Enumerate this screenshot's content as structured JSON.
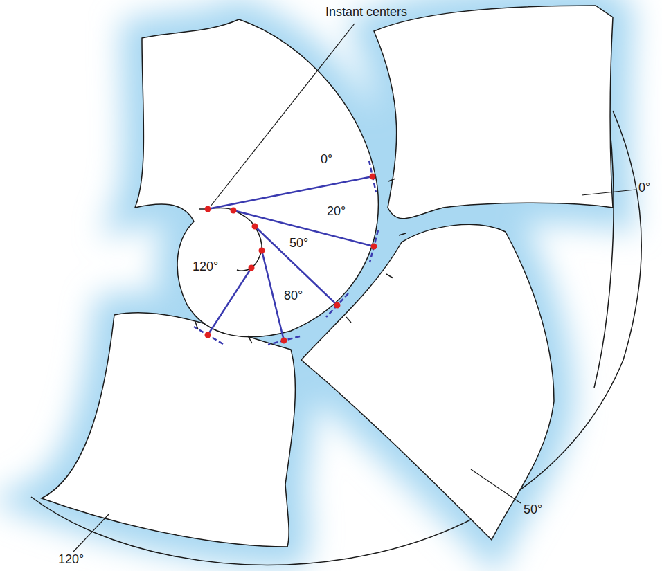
{
  "diagram": {
    "labels": [
      "Instant centers",
      "0°",
      "20°",
      "50°",
      "80°",
      "120°",
      "0°",
      "50°",
      "120°"
    ]
  }
}
